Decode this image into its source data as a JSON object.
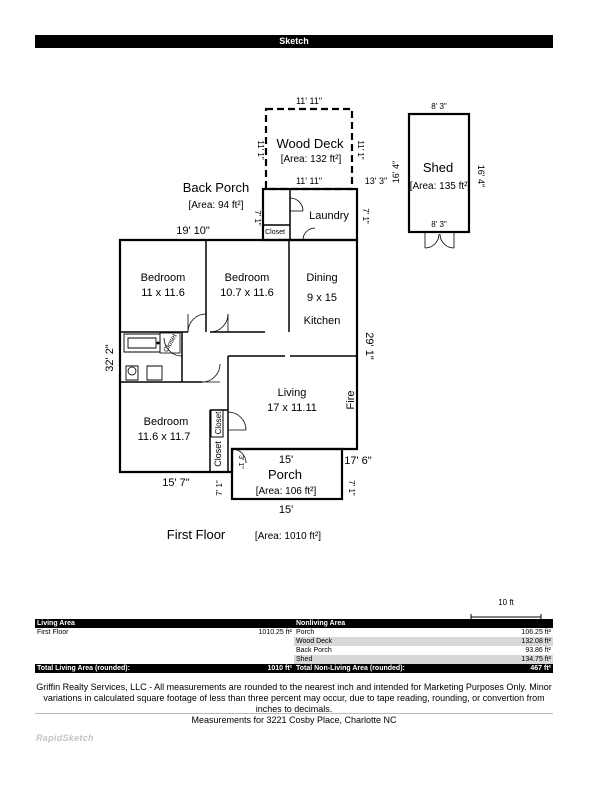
{
  "header": {
    "title": "Sketch"
  },
  "plan": {
    "wood_deck": {
      "label": "Wood Deck",
      "area": "[Area: 132 ft²]",
      "dim_top": "11' 11\"",
      "dim_bottom": "11' 11\"",
      "dim_left": "11' 1\"",
      "dim_right": "11' 1\""
    },
    "back_porch": {
      "label": "Back Porch",
      "area": "[Area: 94 ft²]",
      "dim_right": "13' 3\""
    },
    "laundry": {
      "label": "Laundry",
      "dim_left": "7' 1\"",
      "dim_right": "7' 1\"",
      "closet": "Closet"
    },
    "shed": {
      "label": "Shed",
      "area": "[Area: 135 ft²]",
      "dim_top": "8' 3\"",
      "dim_bottom": "8' 3\"",
      "dim_left": "16' 4\"",
      "dim_right": "16' 4\""
    },
    "dims": {
      "top_main": "19' 10\"",
      "left_main": "32' 2\"",
      "right_main": "29' 1\"",
      "bottom_left": "15' 7\"",
      "right_lower": "17' 6\""
    },
    "rooms": {
      "bedroom1": {
        "label": "Bedroom",
        "size": "11 x 11.6"
      },
      "bedroom2": {
        "label": "Bedroom",
        "size": "10.7 x 11.6"
      },
      "dining": {
        "label": "Dining",
        "size": "9 x 15",
        "sub": "Kitchen"
      },
      "living": {
        "label": "Living",
        "size": "17 x 11.11",
        "fire": "Fire"
      },
      "bedroom3": {
        "label": "Bedroom",
        "size": "11.6 x 11.7"
      },
      "bath_closet": "Closet",
      "closet_a": "Closet",
      "closet_b": "Closet"
    },
    "porch": {
      "label": "Porch",
      "area": "[Area: 106 ft²]",
      "dim_top": "15'",
      "dim_bottom": "15'",
      "dim_left": "7' 1\"",
      "dim_right": "7' 1\"",
      "dim_small": "3' 1\""
    },
    "floor_title": "First Floor",
    "floor_area": "[Area: 1010 ft²]"
  },
  "scale": {
    "label": "10 ft"
  },
  "summary": {
    "living_header": "Living Area",
    "nonliving_header": "Nonliving Area",
    "living_rows": [
      {
        "name": "First Floor",
        "value": "1010.25 ft²"
      }
    ],
    "nonliving_rows": [
      {
        "name": "Porch",
        "value": "106.25 ft²"
      },
      {
        "name": "Wood Deck",
        "value": "132.08 ft²"
      },
      {
        "name": "Back Porch",
        "value": "93.86 ft²"
      },
      {
        "name": "Shed",
        "value": "134.75 ft²"
      }
    ],
    "total_living_label": "Total Living Area (rounded):",
    "total_living_value": "1010 ft²",
    "total_nonliving_label": "Total Non-Living Area (rounded):",
    "total_nonliving_value": "467 ft²"
  },
  "disclaimer": "Griffin Realty Services, LLC - All measurements are rounded to the nearest inch and intended for Marketing Purposes Only. Minor variations in calculated square footage of less than three percent may occur, due to tape reading, rounding, or convertion from inches to decimals.",
  "measurements": "Measurements for 3221 Cosby Place, Charlotte NC",
  "logo": "RapidSketch"
}
